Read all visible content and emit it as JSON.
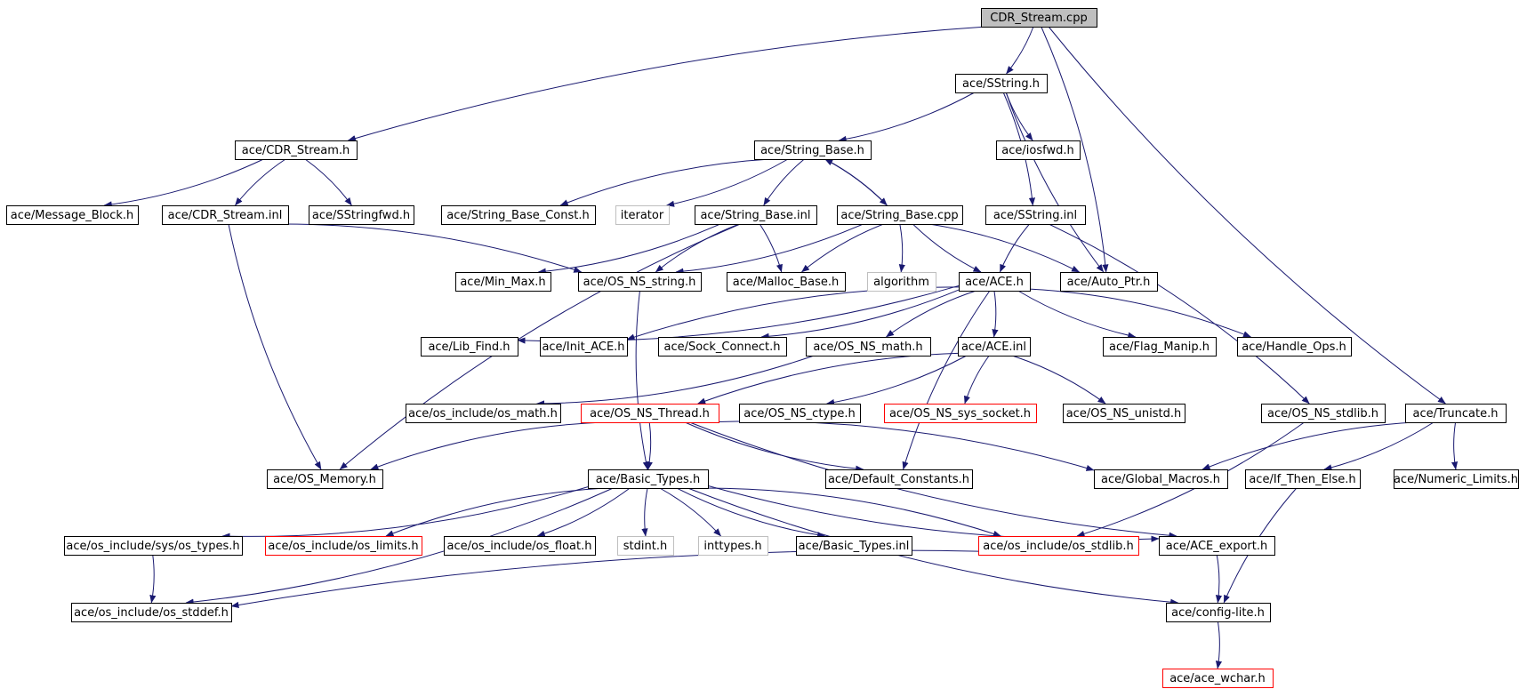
{
  "graph": {
    "root": "CDR_Stream.cpp",
    "colors": {
      "edge": "#191970",
      "normal": "#000000",
      "missing": "#ff0000",
      "external": "#bfbfbf",
      "root_fill": "#bfbfbf"
    },
    "nodes": [
      {
        "id": "n0",
        "label": "CDR_Stream.cpp",
        "kind": "root"
      },
      {
        "id": "n1",
        "label": "ace/SString.h",
        "kind": "normal"
      },
      {
        "id": "n2",
        "label": "ace/CDR_Stream.h",
        "kind": "normal"
      },
      {
        "id": "n3",
        "label": "ace/String_Base.h",
        "kind": "normal"
      },
      {
        "id": "n4",
        "label": "ace/iosfwd.h",
        "kind": "normal"
      },
      {
        "id": "n5",
        "label": "ace/Message_Block.h",
        "kind": "normal"
      },
      {
        "id": "n6",
        "label": "ace/CDR_Stream.inl",
        "kind": "normal"
      },
      {
        "id": "n7",
        "label": "ace/SStringfwd.h",
        "kind": "normal"
      },
      {
        "id": "n8",
        "label": "ace/String_Base_Const.h",
        "kind": "normal"
      },
      {
        "id": "n9",
        "label": "iterator",
        "kind": "external"
      },
      {
        "id": "n10",
        "label": "ace/String_Base.inl",
        "kind": "normal"
      },
      {
        "id": "n11",
        "label": "ace/String_Base.cpp",
        "kind": "normal"
      },
      {
        "id": "n12",
        "label": "ace/SString.inl",
        "kind": "normal"
      },
      {
        "id": "n13",
        "label": "ace/Min_Max.h",
        "kind": "normal"
      },
      {
        "id": "n14",
        "label": "ace/OS_NS_string.h",
        "kind": "normal"
      },
      {
        "id": "n15",
        "label": "ace/Malloc_Base.h",
        "kind": "normal"
      },
      {
        "id": "n16",
        "label": "algorithm",
        "kind": "external"
      },
      {
        "id": "n17",
        "label": "ace/ACE.h",
        "kind": "normal"
      },
      {
        "id": "n18",
        "label": "ace/Auto_Ptr.h",
        "kind": "normal"
      },
      {
        "id": "n19",
        "label": "ace/Lib_Find.h",
        "kind": "normal"
      },
      {
        "id": "n20",
        "label": "ace/Init_ACE.h",
        "kind": "normal"
      },
      {
        "id": "n21",
        "label": "ace/Sock_Connect.h",
        "kind": "normal"
      },
      {
        "id": "n22",
        "label": "ace/OS_NS_math.h",
        "kind": "normal"
      },
      {
        "id": "n23",
        "label": "ace/ACE.inl",
        "kind": "normal"
      },
      {
        "id": "n24",
        "label": "ace/Flag_Manip.h",
        "kind": "normal"
      },
      {
        "id": "n25",
        "label": "ace/Handle_Ops.h",
        "kind": "normal"
      },
      {
        "id": "n26",
        "label": "ace/os_include/os_math.h",
        "kind": "normal"
      },
      {
        "id": "n27",
        "label": "ace/OS_NS_Thread.h",
        "kind": "missing"
      },
      {
        "id": "n28",
        "label": "ace/OS_NS_ctype.h",
        "kind": "normal"
      },
      {
        "id": "n29",
        "label": "ace/OS_NS_sys_socket.h",
        "kind": "missing"
      },
      {
        "id": "n30",
        "label": "ace/OS_NS_unistd.h",
        "kind": "normal"
      },
      {
        "id": "n31",
        "label": "ace/OS_NS_stdlib.h",
        "kind": "normal"
      },
      {
        "id": "n32",
        "label": "ace/Truncate.h",
        "kind": "normal"
      },
      {
        "id": "n33",
        "label": "ace/OS_Memory.h",
        "kind": "normal"
      },
      {
        "id": "n34",
        "label": "ace/Basic_Types.h",
        "kind": "normal"
      },
      {
        "id": "n35",
        "label": "ace/Default_Constants.h",
        "kind": "normal"
      },
      {
        "id": "n36",
        "label": "ace/Global_Macros.h",
        "kind": "normal"
      },
      {
        "id": "n37",
        "label": "ace/If_Then_Else.h",
        "kind": "normal"
      },
      {
        "id": "n38",
        "label": "ace/Numeric_Limits.h",
        "kind": "normal"
      },
      {
        "id": "n39",
        "label": "ace/os_include/sys/os_types.h",
        "kind": "normal"
      },
      {
        "id": "n40",
        "label": "ace/os_include/os_limits.h",
        "kind": "missing"
      },
      {
        "id": "n41",
        "label": "ace/os_include/os_float.h",
        "kind": "normal"
      },
      {
        "id": "n42",
        "label": "stdint.h",
        "kind": "external"
      },
      {
        "id": "n43",
        "label": "inttypes.h",
        "kind": "external"
      },
      {
        "id": "n44",
        "label": "ace/Basic_Types.inl",
        "kind": "normal"
      },
      {
        "id": "n45",
        "label": "ace/os_include/os_stdlib.h",
        "kind": "missing"
      },
      {
        "id": "n46",
        "label": "ace/ACE_export.h",
        "kind": "normal"
      },
      {
        "id": "n47",
        "label": "ace/os_include/os_stddef.h",
        "kind": "normal"
      },
      {
        "id": "n48",
        "label": "ace/config-lite.h",
        "kind": "normal"
      },
      {
        "id": "n49",
        "label": "ace/ace_wchar.h",
        "kind": "missing"
      }
    ],
    "edges": [
      [
        "n0",
        "n1"
      ],
      [
        "n0",
        "n2"
      ],
      [
        "n0",
        "n18"
      ],
      [
        "n0",
        "n32"
      ],
      [
        "n1",
        "n3"
      ],
      [
        "n1",
        "n4"
      ],
      [
        "n1",
        "n12"
      ],
      [
        "n1",
        "n18"
      ],
      [
        "n2",
        "n5"
      ],
      [
        "n2",
        "n6"
      ],
      [
        "n2",
        "n7"
      ],
      [
        "n3",
        "n8"
      ],
      [
        "n3",
        "n9"
      ],
      [
        "n3",
        "n10"
      ],
      [
        "n3",
        "n11"
      ],
      [
        "n11",
        "n3"
      ],
      [
        "n6",
        "n14"
      ],
      [
        "n6",
        "n33"
      ],
      [
        "n10",
        "n13"
      ],
      [
        "n10",
        "n14"
      ],
      [
        "n10",
        "n15"
      ],
      [
        "n10",
        "n33"
      ],
      [
        "n11",
        "n14"
      ],
      [
        "n11",
        "n15"
      ],
      [
        "n11",
        "n16"
      ],
      [
        "n11",
        "n17"
      ],
      [
        "n11",
        "n18"
      ],
      [
        "n12",
        "n17"
      ],
      [
        "n12",
        "n31"
      ],
      [
        "n14",
        "n34"
      ],
      [
        "n17",
        "n19"
      ],
      [
        "n17",
        "n20"
      ],
      [
        "n17",
        "n21"
      ],
      [
        "n17",
        "n22"
      ],
      [
        "n17",
        "n23"
      ],
      [
        "n17",
        "n24"
      ],
      [
        "n17",
        "n25"
      ],
      [
        "n17",
        "n35"
      ],
      [
        "n22",
        "n26"
      ],
      [
        "n23",
        "n27"
      ],
      [
        "n23",
        "n28"
      ],
      [
        "n23",
        "n29"
      ],
      [
        "n23",
        "n30"
      ],
      [
        "n27",
        "n33"
      ],
      [
        "n27",
        "n34"
      ],
      [
        "n27",
        "n35"
      ],
      [
        "n27",
        "n36"
      ],
      [
        "n27",
        "n46"
      ],
      [
        "n31",
        "n45"
      ],
      [
        "n32",
        "n36"
      ],
      [
        "n32",
        "n37"
      ],
      [
        "n32",
        "n38"
      ],
      [
        "n34",
        "n39"
      ],
      [
        "n34",
        "n40"
      ],
      [
        "n34",
        "n41"
      ],
      [
        "n34",
        "n42"
      ],
      [
        "n34",
        "n43"
      ],
      [
        "n34",
        "n44"
      ],
      [
        "n34",
        "n45"
      ],
      [
        "n34",
        "n46"
      ],
      [
        "n34",
        "n47"
      ],
      [
        "n34",
        "n48"
      ],
      [
        "n39",
        "n47"
      ],
      [
        "n45",
        "n47"
      ],
      [
        "n46",
        "n48"
      ],
      [
        "n37",
        "n48"
      ],
      [
        "n48",
        "n49"
      ]
    ]
  }
}
